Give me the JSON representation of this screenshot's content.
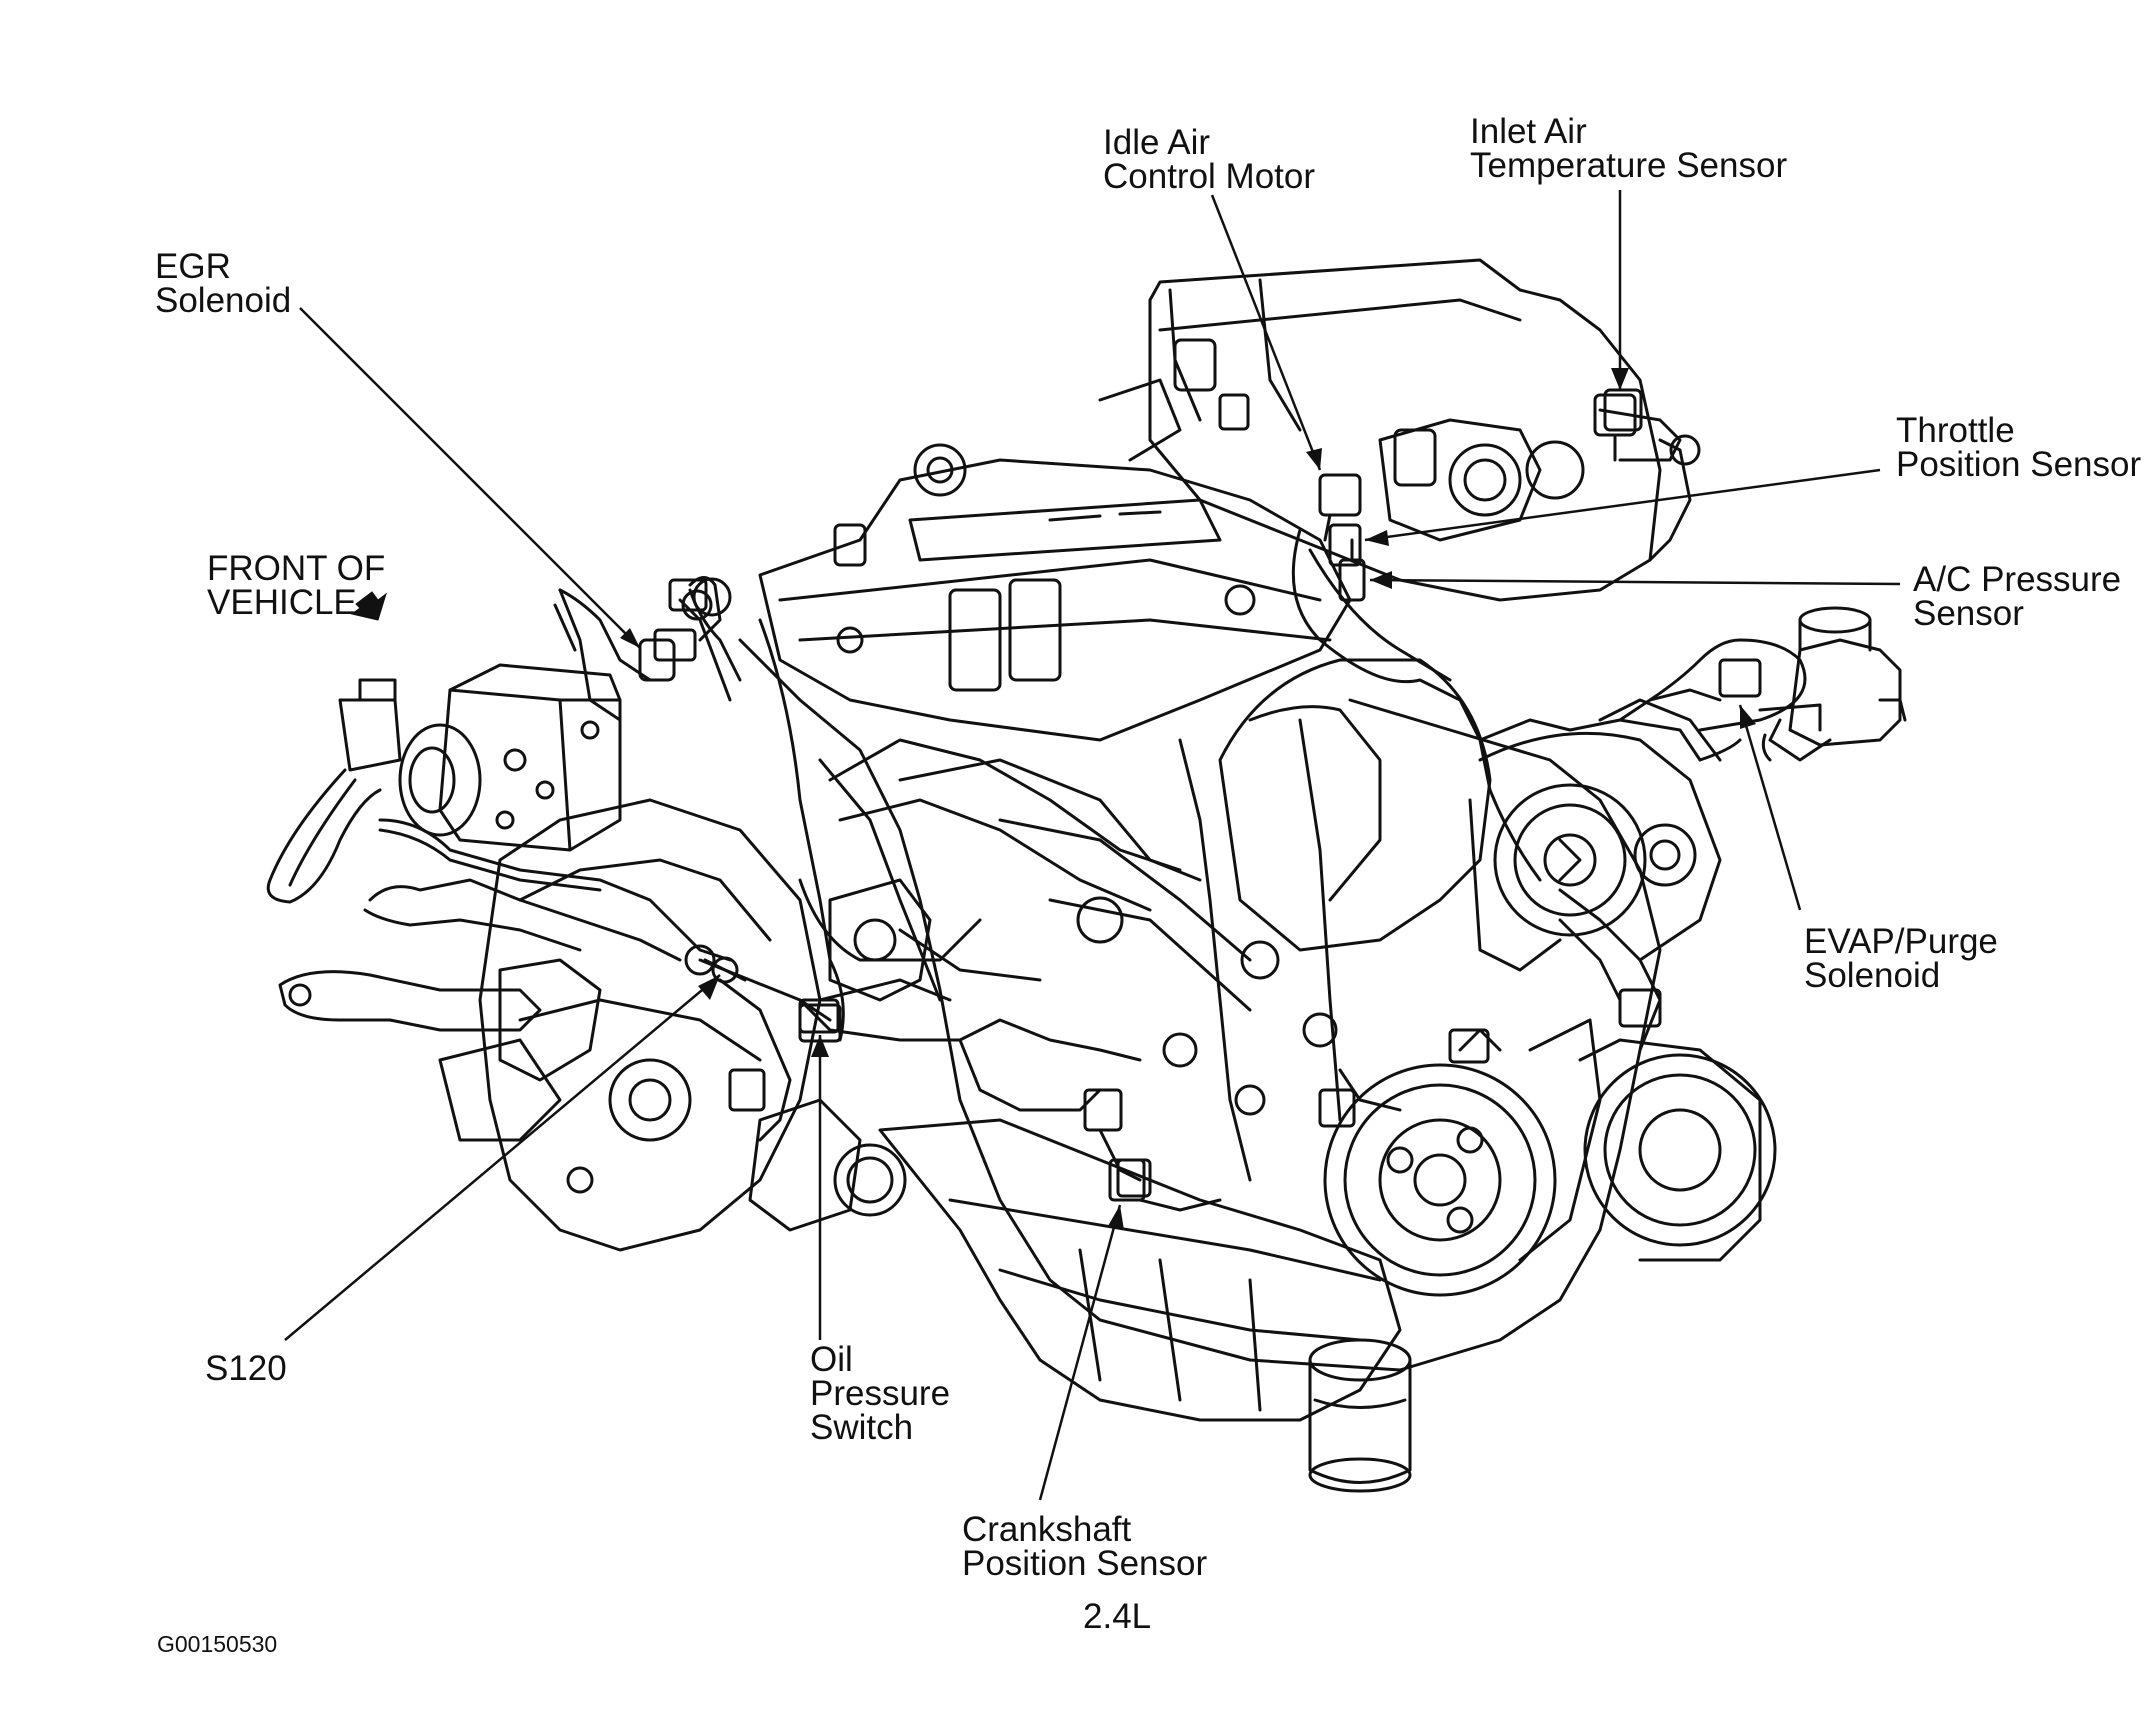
{
  "figure": {
    "labels": {
      "idle_air": [
        "Idle Air",
        "Control Motor"
      ],
      "inlet_air": [
        "Inlet Air",
        "Temperature Sensor"
      ],
      "egr": [
        "EGR",
        "Solenoid"
      ],
      "throttle": [
        "Throttle",
        "Position Sensor"
      ],
      "front": [
        "FRONT OF",
        "VEHICLE"
      ],
      "ac": [
        "A/C Pressure",
        "Sensor"
      ],
      "evap": [
        "EVAP/Purge",
        "Solenoid"
      ],
      "s120": [
        "S120"
      ],
      "oil": [
        "Oil",
        "Pressure",
        "Switch"
      ],
      "crank": [
        "Crankshaft",
        "Position Sensor"
      ]
    },
    "engine_code": "2.4L",
    "figure_id": "G00150530"
  },
  "colors": {
    "ink": "#111111",
    "paper": "#ffffff"
  }
}
